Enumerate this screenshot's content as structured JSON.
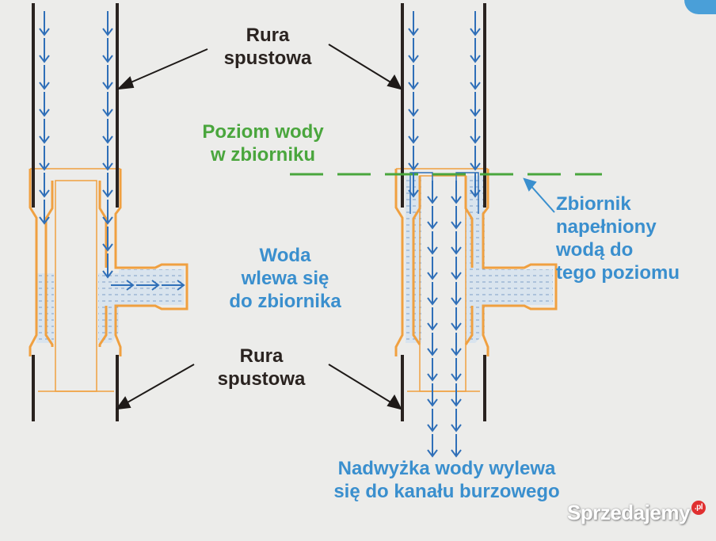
{
  "labels": {
    "rura_top_line1": "Rura",
    "rura_top_line2": "spustowa",
    "rura_bottom_line1": "Rura",
    "rura_bottom_line2": "spustowa",
    "poziom_line1": "Poziom wody",
    "poziom_line2": "w zbiorniku",
    "woda_line1": "Woda",
    "woda_line2": "wlewa się",
    "woda_line3": "do zbiornika",
    "zbiornik_line1": "Zbiornik",
    "zbiornik_line2": "napełniony",
    "zbiornik_line3": "wodą do",
    "zbiornik_line4": "tego poziomu",
    "nadwyzka_line1": "Nadwyżka wody wylewa",
    "nadwyzka_line2": "się do kanału burzowego"
  },
  "watermark": {
    "text": "Sprzedajemy",
    "suffix": ".pl"
  },
  "colors": {
    "background": "#ececea",
    "pipe": "#2a2320",
    "fitting": "#f0a040",
    "water": "#d9e4ee",
    "arrow": "#2f6fb8",
    "level_line": "#4aa63d",
    "label_dark": "#2a2320",
    "label_blue": "#3a8fce"
  }
}
